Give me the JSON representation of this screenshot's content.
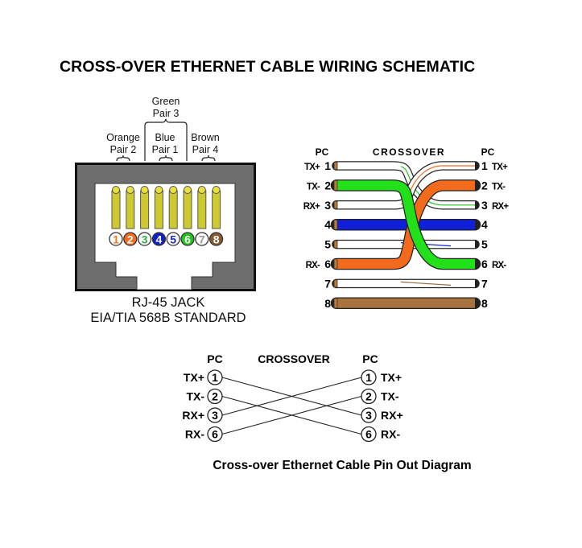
{
  "title": "CROSS-OVER ETHERNET CABLE WIRING SCHEMATIC",
  "jack": {
    "pair_labels": {
      "green": {
        "line1": "Green",
        "line2": "Pair 3"
      },
      "orange": {
        "line1": "Orange",
        "line2": "Pair 2"
      },
      "blue": {
        "line1": "Blue",
        "line2": "Pair 1"
      },
      "brown": {
        "line1": "Brown",
        "line2": "Pair 4"
      }
    },
    "pins": [
      {
        "num": "1",
        "color": "#f47a20",
        "style": "white-stripe"
      },
      {
        "num": "2",
        "color": "#f26b1d",
        "style": "solid"
      },
      {
        "num": "3",
        "color": "#3aa84a",
        "style": "white-stripe"
      },
      {
        "num": "4",
        "color": "#1020c0",
        "style": "solid"
      },
      {
        "num": "5",
        "color": "#1a2ac8",
        "style": "white-stripe"
      },
      {
        "num": "6",
        "color": "#22c41e",
        "style": "solid"
      },
      {
        "num": "7",
        "color": "#9a9a9a",
        "style": "white-stripe"
      },
      {
        "num": "8",
        "color": "#8a5a2e",
        "style": "solid"
      }
    ],
    "caption_line1": "RJ-45 JACK",
    "caption_line2": "EIA/TIA 568B STANDARD"
  },
  "wiring": {
    "left_header": "PC",
    "center_header": "CROSSOVER",
    "right_header": "PC",
    "left_rows": [
      {
        "signal": "TX+",
        "pin": "1"
      },
      {
        "signal": "TX-",
        "pin": "2"
      },
      {
        "signal": "RX+",
        "pin": "3"
      },
      {
        "signal": "",
        "pin": "4"
      },
      {
        "signal": "",
        "pin": "5"
      },
      {
        "signal": "RX-",
        "pin": "6"
      },
      {
        "signal": "",
        "pin": "7"
      },
      {
        "signal": "",
        "pin": "8"
      }
    ],
    "right_rows": [
      {
        "signal": "TX+",
        "pin": "1"
      },
      {
        "signal": "TX-",
        "pin": "2"
      },
      {
        "signal": "RX+",
        "pin": "3"
      },
      {
        "signal": "",
        "pin": "4"
      },
      {
        "signal": "",
        "pin": "5"
      },
      {
        "signal": "RX-",
        "pin": "6"
      },
      {
        "signal": "",
        "pin": "7"
      },
      {
        "signal": "",
        "pin": "8"
      }
    ],
    "wires": [
      {
        "from": 1,
        "to": 3,
        "color": "#ffffff",
        "stripe": "#22c41e",
        "label": "white-green"
      },
      {
        "from": 2,
        "to": 6,
        "color": "#22e01a",
        "stripe": null,
        "label": "green"
      },
      {
        "from": 3,
        "to": 1,
        "color": "#ffffff",
        "stripe": "#f26b1d",
        "label": "white-orange"
      },
      {
        "from": 4,
        "to": 4,
        "color": "#1020d8",
        "stripe": null,
        "label": "blue"
      },
      {
        "from": 5,
        "to": 5,
        "color": "#ffffff",
        "stripe": "#1020d8",
        "label": "white-blue"
      },
      {
        "from": 6,
        "to": 2,
        "color": "#f26b1d",
        "stripe": null,
        "label": "orange"
      },
      {
        "from": 7,
        "to": 7,
        "color": "#ffffff",
        "stripe": "#9a6a3e",
        "label": "white-brown"
      },
      {
        "from": 8,
        "to": 8,
        "color": "#a8733f",
        "stripe": null,
        "label": "brown"
      }
    ]
  },
  "pinout": {
    "left_header": "PC",
    "center_header": "CROSSOVER",
    "right_header": "PC",
    "left": [
      {
        "signal": "TX+",
        "pin": "1"
      },
      {
        "signal": "TX-",
        "pin": "2"
      },
      {
        "signal": "RX+",
        "pin": "3"
      },
      {
        "signal": "RX-",
        "pin": "6"
      }
    ],
    "right": [
      {
        "signal": "TX+",
        "pin": "1"
      },
      {
        "signal": "TX-",
        "pin": "2"
      },
      {
        "signal": "RX+",
        "pin": "3"
      },
      {
        "signal": "RX-",
        "pin": "6"
      }
    ],
    "connections": [
      {
        "from": "1",
        "to": "3"
      },
      {
        "from": "2",
        "to": "6"
      },
      {
        "from": "3",
        "to": "1"
      },
      {
        "from": "6",
        "to": "2"
      }
    ],
    "caption": "Cross-over Ethernet Cable Pin Out Diagram"
  }
}
